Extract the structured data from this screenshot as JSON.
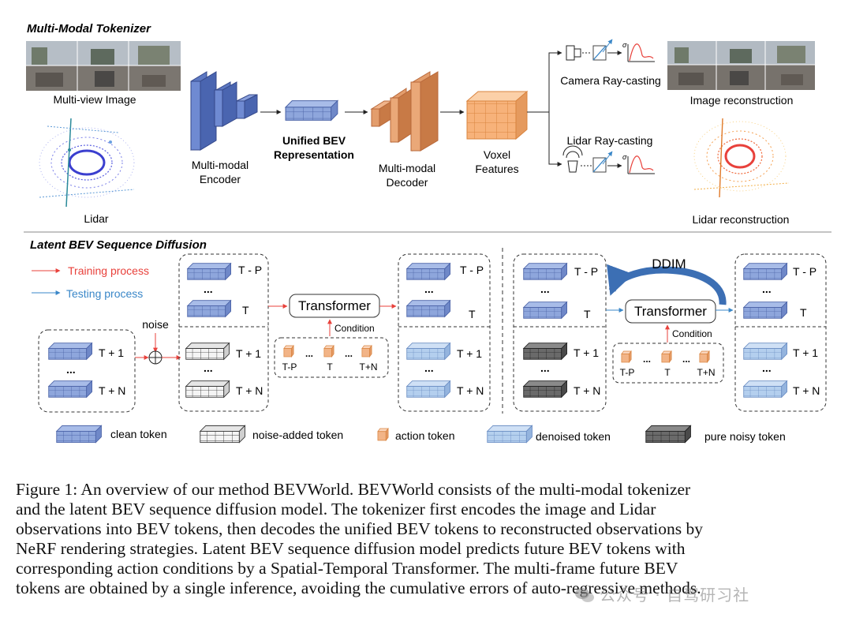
{
  "top": {
    "section_title": "Multi-Modal Tokenizer",
    "multiview_label": "Multi-view Image",
    "lidar_label": "Lidar",
    "encoder_label_1": "Multi-modal",
    "encoder_label_2": "Encoder",
    "bev_label_1": "Unified BEV",
    "bev_label_2": "Representation",
    "decoder_label_1": "Multi-modal",
    "decoder_label_2": "Decoder",
    "voxel_label_1": "Voxel",
    "voxel_label_2": "Features",
    "camera_raycast": "Camera Ray-casting",
    "lidar_raycast": "Lidar Ray-casting",
    "image_recon": "Image reconstruction",
    "lidar_recon": "Lidar reconstruction",
    "sigma": "σ"
  },
  "bottom": {
    "section_title": "Latent BEV Sequence Diffusion",
    "training_process": "Training process",
    "testing_process": "Testing process",
    "noise": "noise",
    "transformer": "Transformer",
    "condition": "Condition",
    "ddim": "DDIM",
    "t_minus_p": "T - P",
    "t": "T",
    "t_plus_1": "T + 1",
    "t_plus_n": "T + N",
    "dots": "...",
    "act_tp": "T-P",
    "act_t": "T",
    "act_tn": "T+N",
    "legend": {
      "clean": "clean token",
      "noise_added": "noise-added token",
      "action": "action token",
      "denoised": "denoised token",
      "pure_noisy": "pure noisy token"
    },
    "colors": {
      "training_arrow": "#e8413b",
      "testing_arrow": "#3a87c8",
      "clean_token": "#8ea6dc",
      "denoised_token": "#a9c7ea",
      "action_token": "#f2b487",
      "noisy_token": "#5a5a5a",
      "ddim_arrow": "#3c6fb4"
    }
  },
  "caption": {
    "lines": [
      "Figure 1: An overview of our method BEVWorld. BEVWorld consists of the multi-modal tokenizer",
      "and the latent BEV sequence diffusion model.  The tokenizer first encodes the image and Lidar",
      "observations into BEV tokens, then decodes the unified BEV tokens to reconstructed observations by",
      "NeRF rendering strategies. Latent BEV sequence diffusion model predicts future BEV tokens with",
      "corresponding action conditions by a Spatial-Temporal Transformer. The multi-frame future BEV",
      "tokens are obtained by a single inference, avoiding the cumulative errors of auto-regressive methods."
    ]
  },
  "watermark": "公众号 · 自驾研习社"
}
